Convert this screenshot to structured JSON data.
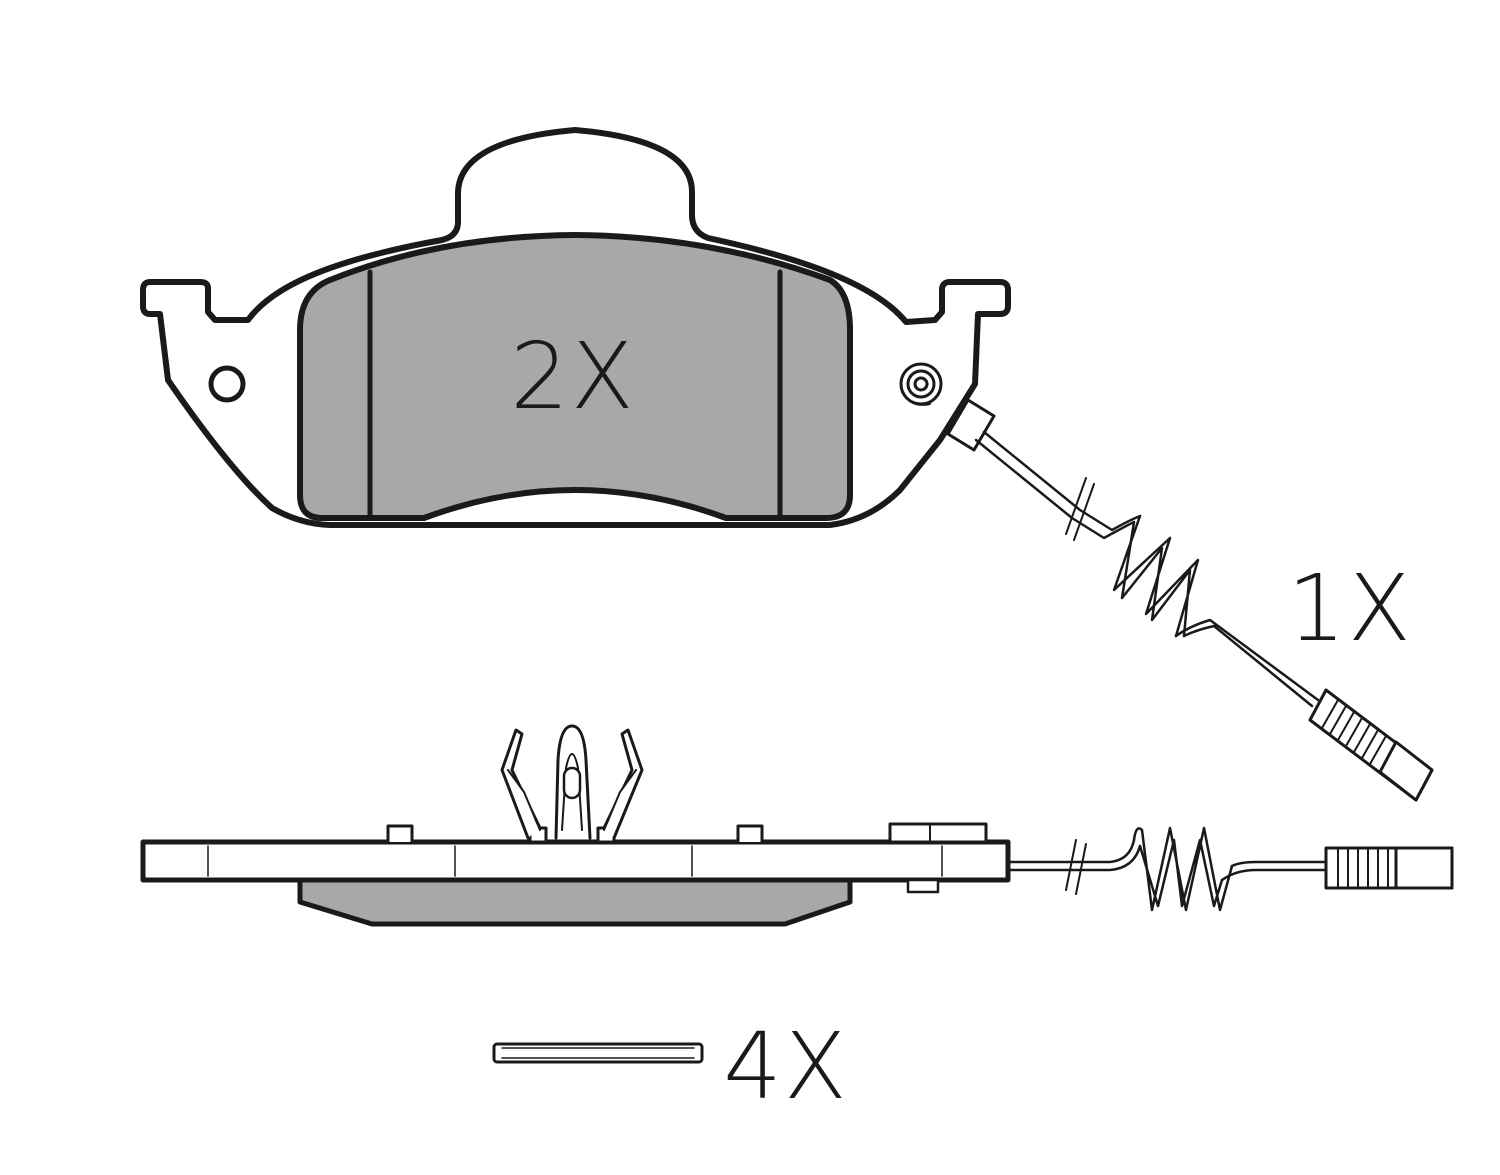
{
  "diagram": {
    "labels": {
      "pad_quantity": "2X",
      "sensor_quantity": "1X",
      "clip_quantity": "4X"
    },
    "colors": {
      "stroke": "#1a1a1a",
      "friction_fill": "#a8a8a8",
      "background": "#ffffff"
    }
  }
}
